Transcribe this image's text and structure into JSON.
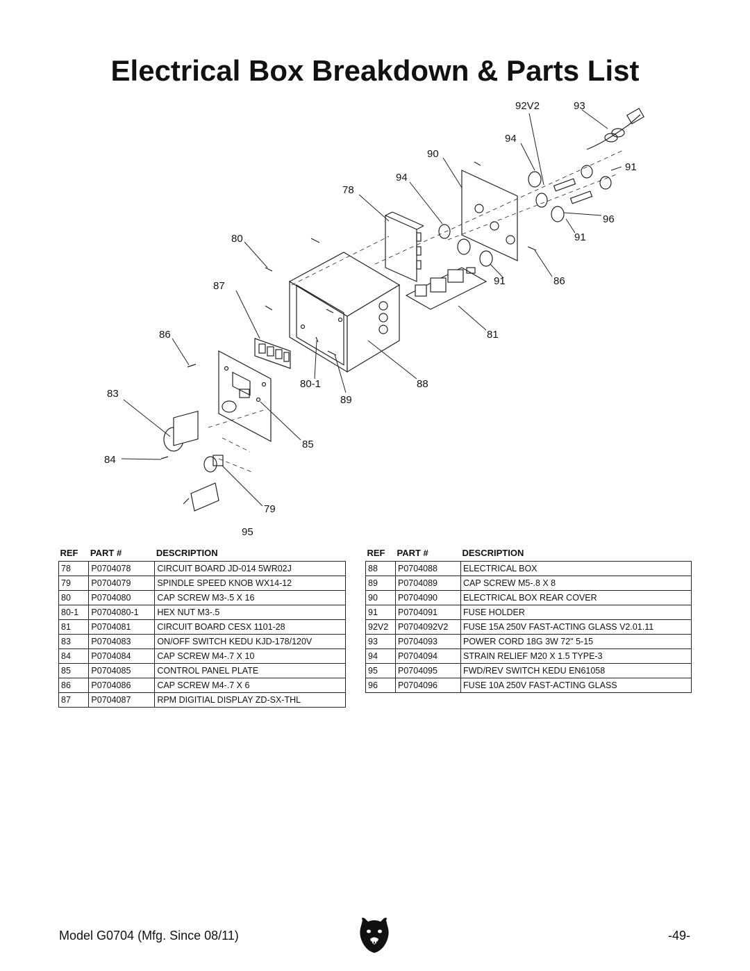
{
  "page": {
    "title": "Electrical Box Breakdown & Parts List",
    "footer_model": "Model G0704 (Mfg. Since 08/11)",
    "footer_page": "-49-"
  },
  "diagram": {
    "callouts": [
      "92V2",
      "93",
      "94",
      "90",
      "91",
      "94",
      "78",
      "96",
      "80",
      "91",
      "91",
      "86",
      "87",
      "81",
      "86",
      "88",
      "80-1",
      "83",
      "89",
      "85",
      "84",
      "79",
      "95"
    ]
  },
  "table_headers": {
    "ref": "REF",
    "part": "PART #",
    "description": "DESCRIPTION"
  },
  "parts_left": [
    {
      "ref": "78",
      "part": "P0704078",
      "description": "CIRCUIT BOARD JD-014 5WR02J"
    },
    {
      "ref": "79",
      "part": "P0704079",
      "description": "SPINDLE SPEED KNOB WX14-12"
    },
    {
      "ref": "80",
      "part": "P0704080",
      "description": "CAP SCREW M3-.5 X 16"
    },
    {
      "ref": "80-1",
      "part": "P0704080-1",
      "description": "HEX NUT M3-.5"
    },
    {
      "ref": "81",
      "part": "P0704081",
      "description": "CIRCUIT BOARD CESX 1101-28"
    },
    {
      "ref": "83",
      "part": "P0704083",
      "description": "ON/OFF SWITCH KEDU KJD-178/120V"
    },
    {
      "ref": "84",
      "part": "P0704084",
      "description": "CAP SCREW M4-.7 X 10"
    },
    {
      "ref": "85",
      "part": "P0704085",
      "description": "CONTROL PANEL PLATE"
    },
    {
      "ref": "86",
      "part": "P0704086",
      "description": "CAP SCREW M4-.7 X 6"
    },
    {
      "ref": "87",
      "part": "P0704087",
      "description": "RPM DIGITIAL DISPLAY ZD-SX-THL"
    }
  ],
  "parts_right": [
    {
      "ref": "88",
      "part": "P0704088",
      "description": "ELECTRICAL BOX"
    },
    {
      "ref": "89",
      "part": "P0704089",
      "description": "CAP SCREW M5-.8 X 8"
    },
    {
      "ref": "90",
      "part": "P0704090",
      "description": "ELECTRICAL BOX REAR COVER"
    },
    {
      "ref": "91",
      "part": "P0704091",
      "description": "FUSE HOLDER"
    },
    {
      "ref": "92V2",
      "part": "P0704092V2",
      "description": "FUSE 15A 250V FAST-ACTING GLASS V2.01.11"
    },
    {
      "ref": "93",
      "part": "P0704093",
      "description": "POWER CORD 18G 3W 72\" 5-15"
    },
    {
      "ref": "94",
      "part": "P0704094",
      "description": "STRAIN RELIEF M20 X 1.5 TYPE-3"
    },
    {
      "ref": "95",
      "part": "P0704095",
      "description": "FWD/REV SWITCH KEDU EN61058"
    },
    {
      "ref": "96",
      "part": "P0704096",
      "description": "FUSE 10A 250V FAST-ACTING GLASS"
    }
  ]
}
